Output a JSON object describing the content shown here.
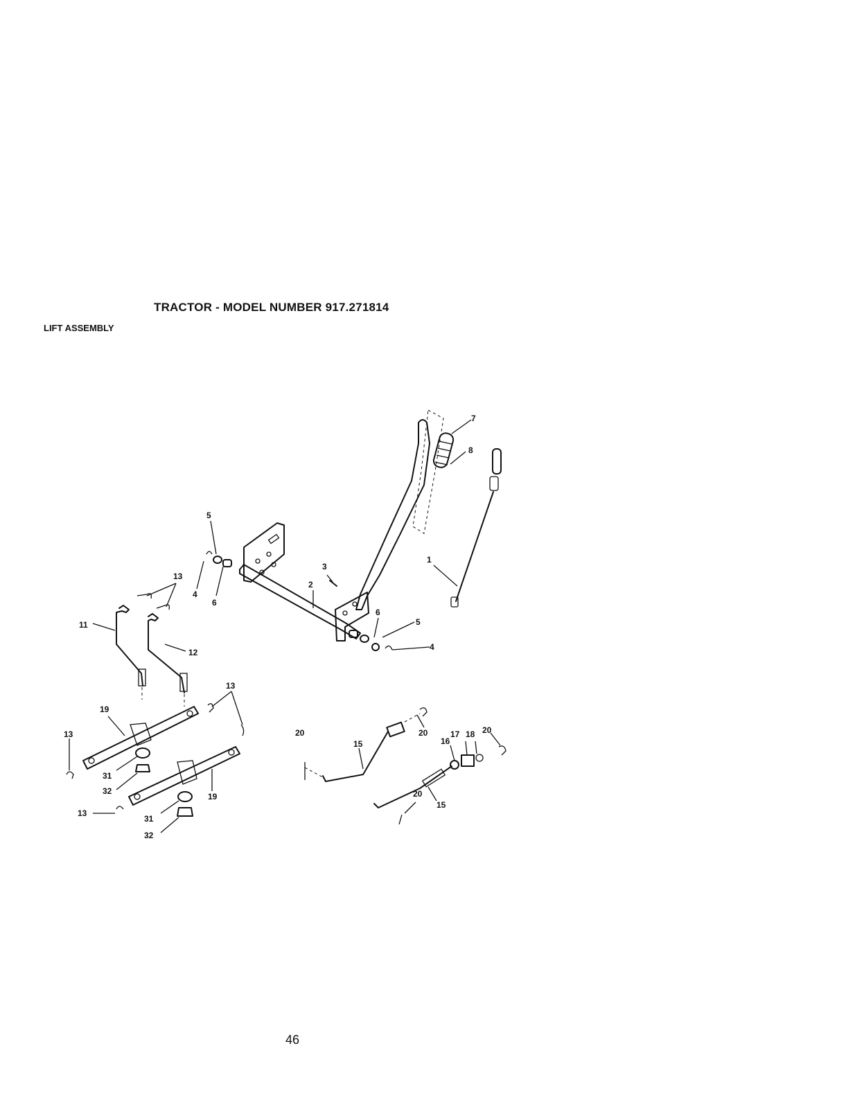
{
  "header": {
    "title": "TRACTOR - MODEL NUMBER 917.271814",
    "subtitle": "LIFT ASSEMBLY"
  },
  "footer": {
    "page_number": "46"
  },
  "callouts": [
    {
      "id": "c1",
      "label": "1"
    },
    {
      "id": "c2",
      "label": "2"
    },
    {
      "id": "c3",
      "label": "3"
    },
    {
      "id": "c4a",
      "label": "4"
    },
    {
      "id": "c4b",
      "label": "4"
    },
    {
      "id": "c5a",
      "label": "5"
    },
    {
      "id": "c5b",
      "label": "5"
    },
    {
      "id": "c6a",
      "label": "6"
    },
    {
      "id": "c6b",
      "label": "6"
    },
    {
      "id": "c7",
      "label": "7"
    },
    {
      "id": "c8",
      "label": "8"
    },
    {
      "id": "c11",
      "label": "11"
    },
    {
      "id": "c12",
      "label": "12"
    },
    {
      "id": "c13a",
      "label": "13"
    },
    {
      "id": "c13b",
      "label": "13"
    },
    {
      "id": "c13c",
      "label": "13"
    },
    {
      "id": "c13d",
      "label": "13"
    },
    {
      "id": "c15a",
      "label": "15"
    },
    {
      "id": "c15b",
      "label": "15"
    },
    {
      "id": "c16",
      "label": "16"
    },
    {
      "id": "c17",
      "label": "17"
    },
    {
      "id": "c18",
      "label": "18"
    },
    {
      "id": "c19a",
      "label": "19"
    },
    {
      "id": "c19b",
      "label": "19"
    },
    {
      "id": "c20a",
      "label": "20"
    },
    {
      "id": "c20b",
      "label": "20"
    },
    {
      "id": "c20c",
      "label": "20"
    },
    {
      "id": "c20d",
      "label": "20"
    },
    {
      "id": "c31a",
      "label": "31"
    },
    {
      "id": "c31b",
      "label": "31"
    },
    {
      "id": "c32a",
      "label": "32"
    },
    {
      "id": "c32b",
      "label": "32"
    }
  ]
}
